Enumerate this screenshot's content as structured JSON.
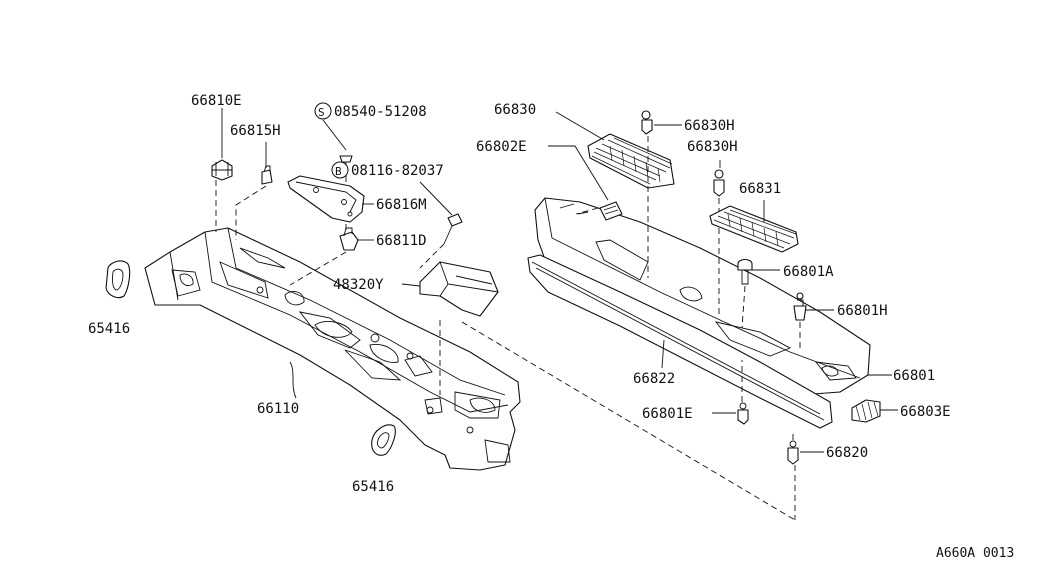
{
  "diagram_id": "A660A 0013",
  "parts": {
    "p66810E": "66810E",
    "p66815H": "66815H",
    "p08540_51208": "08540-51208",
    "p08116_82037": "08116-82037",
    "p66816M": "66816M",
    "p66811D": "66811D",
    "p48320Y": "48320Y",
    "p65416_left": "65416",
    "p65416_bottom": "65416",
    "p66110": "66110",
    "p66830": "66830",
    "p66830H_top": "66830H",
    "p66830H_second": "66830H",
    "p66802E": "66802E",
    "p66831": "66831",
    "p66801A": "66801A",
    "p66801H": "66801H",
    "p66801": "66801",
    "p66822": "66822",
    "p66801E": "66801E",
    "p66803E": "66803E",
    "p66820": "66820"
  },
  "prefix_marks": {
    "s_mark": "S",
    "b_mark": "B"
  }
}
